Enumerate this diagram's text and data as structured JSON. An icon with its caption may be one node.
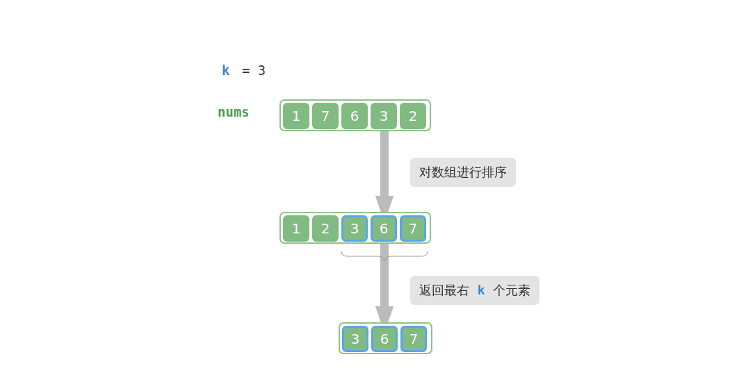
{
  "diagram": {
    "nodes": [
      {
        "text": [],
        "shape": "box"
      },
      {
        "text": [
          "1"
        ],
        "in": 0
      },
      {
        "text": [
          "7"
        ],
        "in": 0
      },
      {
        "text": [
          "6"
        ],
        "in": 0
      },
      {
        "text": [
          "3"
        ],
        "in": 0
      },
      {
        "text": [
          "2"
        ],
        "in": 0
      },
      {
        "text": [],
        "shape": "box"
      },
      {
        "text": [
          "1"
        ],
        "in": 6
      },
      {
        "text": [
          "2"
        ],
        "in": 6
      },
      {
        "text": [
          "3"
        ],
        "in": 6
      },
      {
        "text": [
          "6"
        ],
        "in": 6
      },
      {
        "text": [
          "7"
        ],
        "in": 6
      },
      {
        "text": [],
        "shape": "box"
      },
      {
        "text": [
          "3"
        ],
        "in": 12
      },
      {
        "text": [
          "6"
        ],
        "in": 12
      },
      {
        "text": [
          "7"
        ],
        "in": 12
      }
    ],
    "edges": [
      {
        "from": 0,
        "to": 6,
        "arrow": "to",
        "label": "对数组进行排序"
      },
      {
        "from": 6,
        "to": 12,
        "arrow": "to",
        "label": "返回最右 **k** 个元素"
      }
    ],
    "labels": [
      "**k** = 3",
      "nums"
    ]
  }
}
